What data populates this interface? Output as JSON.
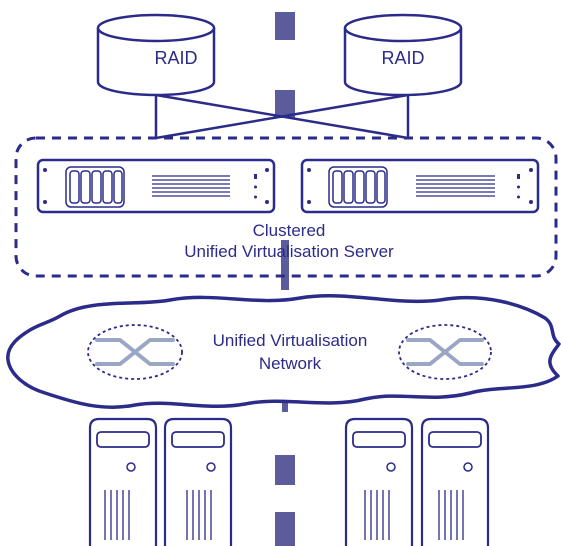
{
  "storage": {
    "left_label": "RAID",
    "right_label": "RAID"
  },
  "cluster": {
    "label_line1": "Clustered",
    "label_line2": "Unified Virtualisation Server"
  },
  "network": {
    "label_line1": "Unified Virtualisation",
    "label_line2": "Network"
  },
  "colors": {
    "stroke": "#2b2b8a",
    "divider": "#5c5c9c",
    "switch_lines": "#9aa6c4",
    "background": "#ffffff"
  }
}
